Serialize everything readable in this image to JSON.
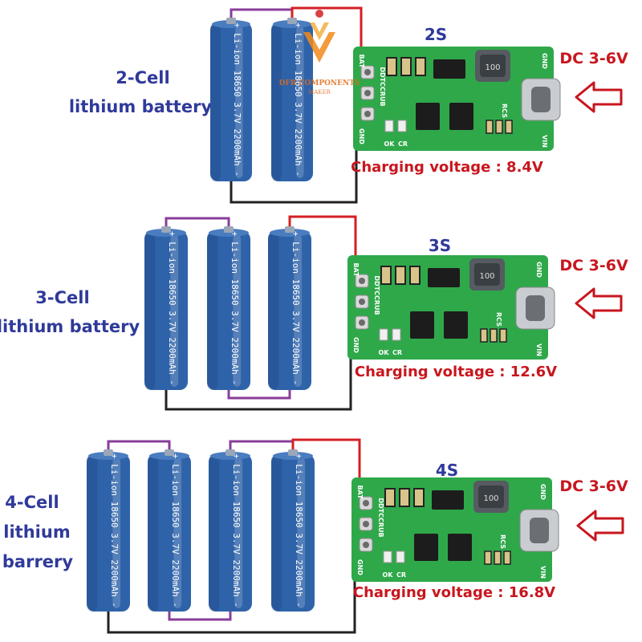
{
  "colors": {
    "battery": "#2f63a9",
    "battery_dark": "#1d4682",
    "pcb": "#2fa84a",
    "pcb_dark": "#1f8a37",
    "wire_pos": "#d41f25",
    "wire_link": "#8a3d9a",
    "wire_neg": "#222222",
    "text_blue": "#2f3a9a",
    "text_red": "#c8161e"
  },
  "cell_text": "+ Li-ion 18650 3.7V 2200mAh -",
  "board_silk": {
    "bat": "BAT",
    "gnd": "GND",
    "ok": "OK",
    "cr": "CR",
    "rcs": "RCS",
    "vin": "VIN",
    "gnd_right": "GND",
    "model": "DDTCCRUB",
    "inductor": "100"
  },
  "watermark": {
    "line1": "DFR COMPONENTS",
    "line2": "MAKER"
  },
  "sections": [
    {
      "cells": 2,
      "label_lines": [
        "2-Cell",
        "lithium battery"
      ],
      "series": "2S",
      "input": "DC 3-6V",
      "charge_label": "Charging voltage : 8.4V"
    },
    {
      "cells": 3,
      "label_lines": [
        "3-Cell",
        "lithium battery"
      ],
      "series": "3S",
      "input": "DC 3-6V",
      "charge_label": "Charging voltage : 12.6V"
    },
    {
      "cells": 4,
      "label_lines": [
        "4-Cell",
        "lithium",
        "barrery"
      ],
      "series": "4S",
      "input": "DC 3-6V",
      "charge_label": "Charging voltage : 16.8V"
    }
  ]
}
